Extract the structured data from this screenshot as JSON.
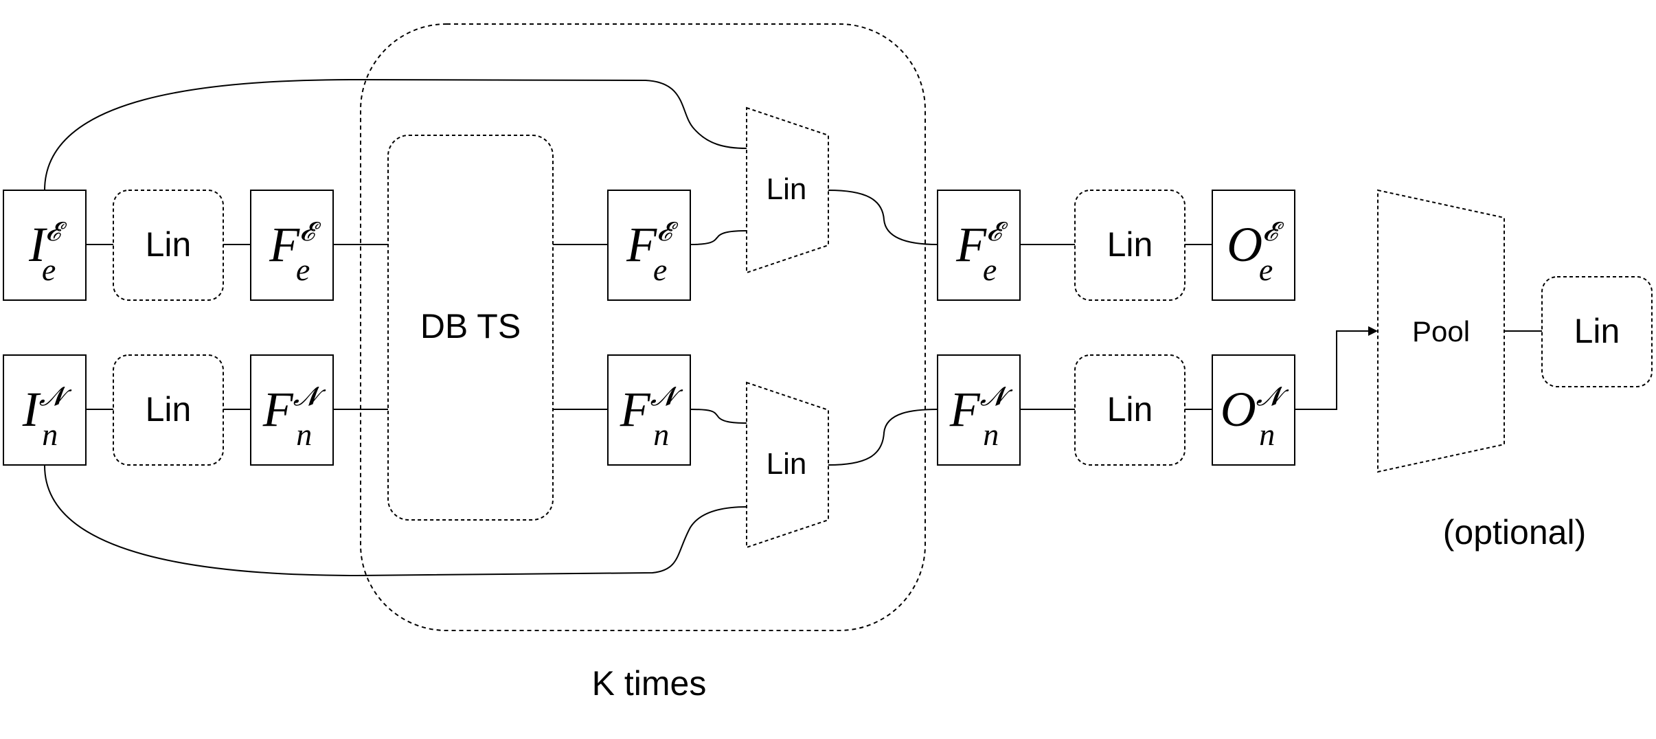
{
  "input_edge": {
    "base": "I",
    "sub": "e",
    "sup": "𝓔"
  },
  "input_node": {
    "base": "I",
    "sub": "n",
    "sup": "𝓝"
  },
  "embed_edge_feature": {
    "base": "F",
    "sub": "e",
    "sup": "𝓔"
  },
  "embed_node_feature": {
    "base": "F",
    "sub": "n",
    "sup": "𝓝"
  },
  "block_edge_feature": {
    "base": "F",
    "sub": "e",
    "sup": "𝓔"
  },
  "block_node_feature": {
    "base": "F",
    "sub": "n",
    "sup": "𝓝"
  },
  "final_edge_feature": {
    "base": "F",
    "sub": "e",
    "sup": "𝓔"
  },
  "final_node_feature": {
    "base": "F",
    "sub": "n",
    "sup": "𝓝"
  },
  "output_edge": {
    "base": "O",
    "sub": "e",
    "sup": "𝓔"
  },
  "output_node": {
    "base": "O",
    "sub": "n",
    "sup": "𝓝"
  },
  "lin_label": "Lin",
  "db_ts_label": "DB TS",
  "pool_label": "Pool",
  "repeat_label": "K times",
  "optional_label": "(optional)"
}
